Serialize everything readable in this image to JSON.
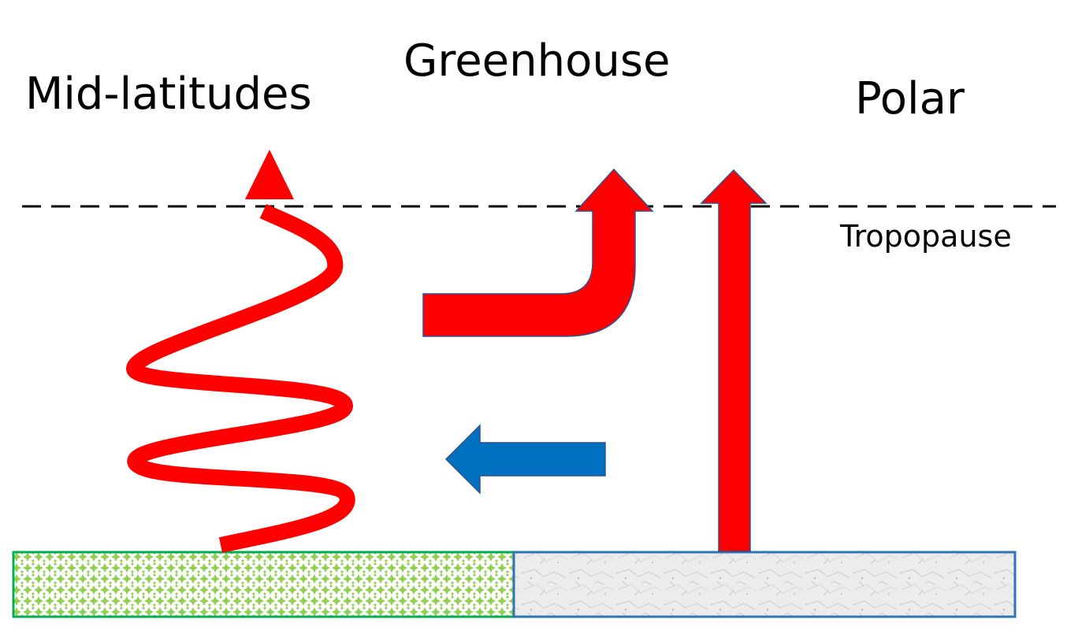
{
  "labels": {
    "mid_latitudes": "Mid-latitudes",
    "greenhouse": "Greenhouse",
    "polar": "Polar",
    "tropopause": "Tropopause"
  },
  "colors": {
    "heat_arrow": "#ff0000",
    "cold_arrow": "#0070c0",
    "arrow_outline": "#2f528f",
    "vegetation_fill": "#92d050",
    "vegetation_border": "#00b050",
    "ice_fill": "#e6e6e6",
    "ice_border": "#2e75b6",
    "tropopause_line": "#000000"
  },
  "icons": {
    "wavy_arrow": "wavy-heat-arrow-icon",
    "bent_arrow": "bent-heat-arrow-icon",
    "straight_arrow": "straight-heat-arrow-icon",
    "cold_arrow": "cold-advection-arrow-icon"
  }
}
